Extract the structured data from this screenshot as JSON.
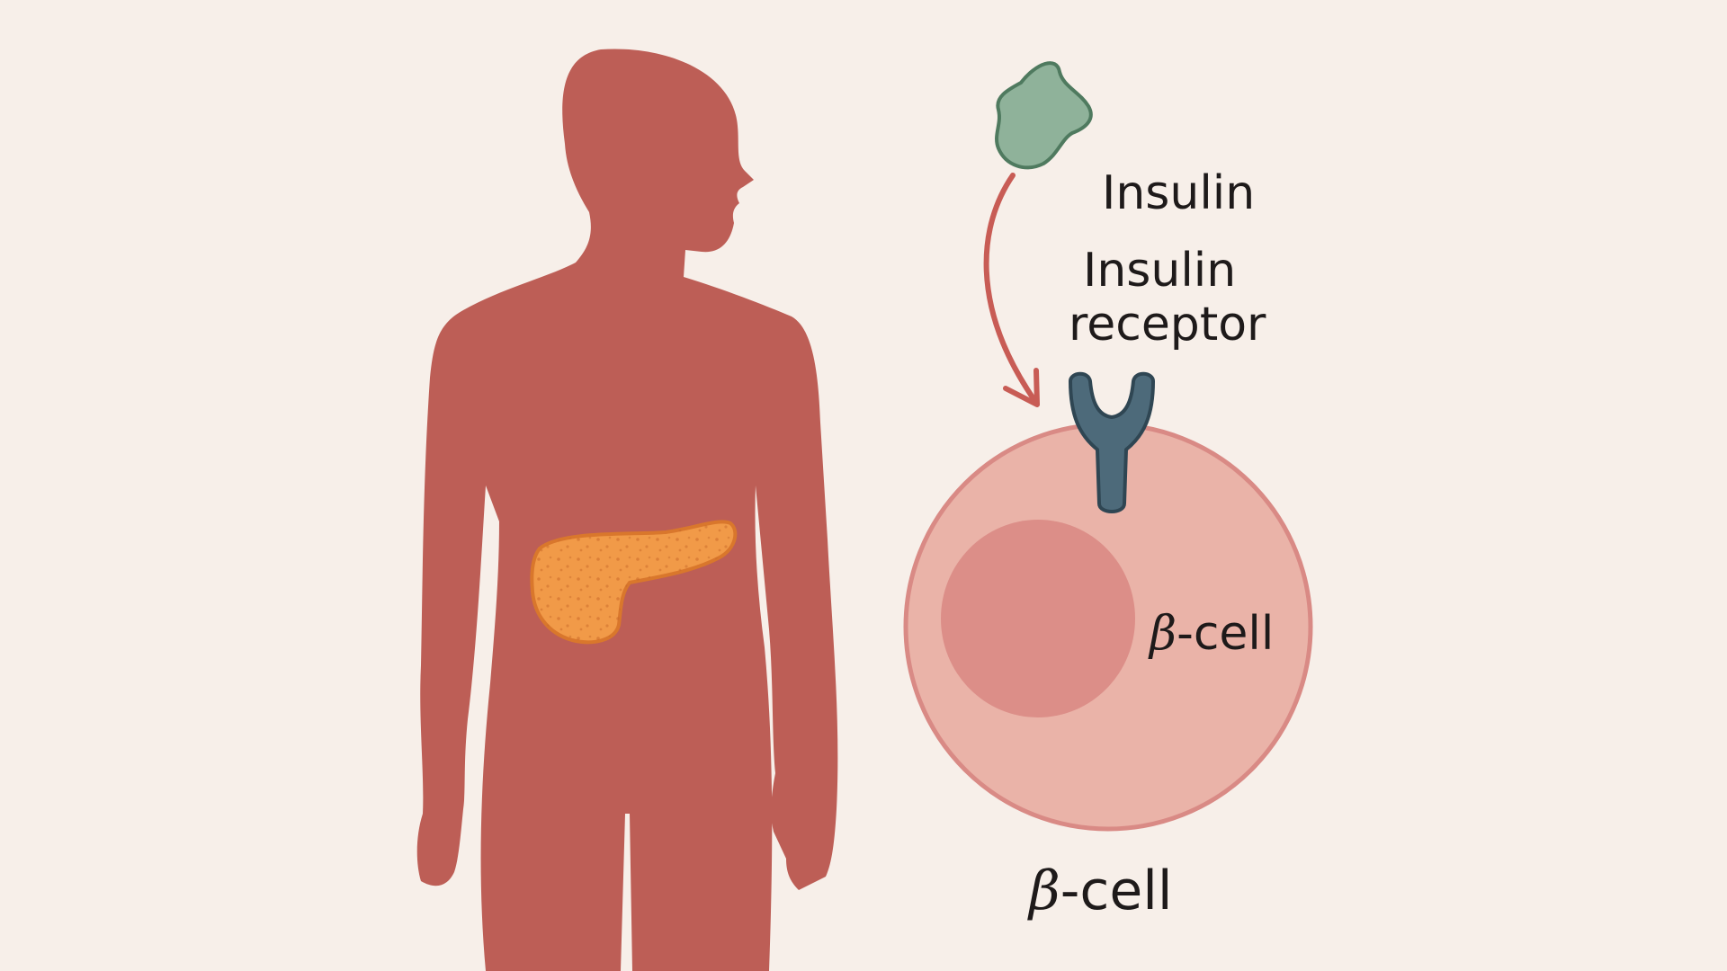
{
  "labels": {
    "insulin": "Insulin",
    "receptor_line1": "Insulin",
    "receptor_line2": "receptor",
    "cell_inner_symbol": "β",
    "cell_inner_text": "-cell",
    "cell_outer_symbol": "β",
    "cell_outer_text": "-cell"
  },
  "colors": {
    "background": "#f7efe9",
    "body": "#bd5e56",
    "pancreas": "#f19a48",
    "pancreas_outline": "#d9772c",
    "insulin_molecule": "#8fb29a",
    "insulin_outline": "#4f7a5f",
    "arrow": "#c85c55",
    "receptor": "#4d6a7a",
    "receptor_outline": "#2f4653",
    "cell": "#eab3a8",
    "cell_outline": "#d98a85",
    "nucleus": "#dc8e88"
  },
  "icons": {
    "human": "human-silhouette-icon",
    "pancreas": "pancreas-icon",
    "insulin": "insulin-molecule-icon",
    "receptor": "insulin-receptor-icon",
    "cell": "beta-cell-icon"
  }
}
